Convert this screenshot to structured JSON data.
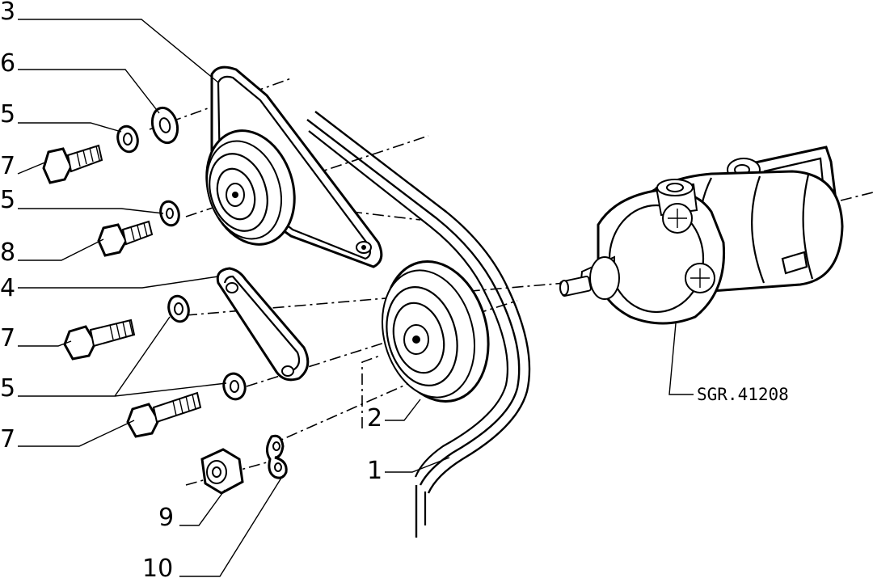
{
  "callouts": {
    "c3": "3",
    "c6": "6",
    "c5a": "5",
    "c7a": "7",
    "c5b": "5",
    "c8": "8",
    "c4": "4",
    "c7b": "7",
    "c5c": "5",
    "c7c": "7",
    "c2": "2",
    "c1": "1",
    "c9": "9",
    "c10": "10"
  },
  "reference_code": "SGR.41208"
}
